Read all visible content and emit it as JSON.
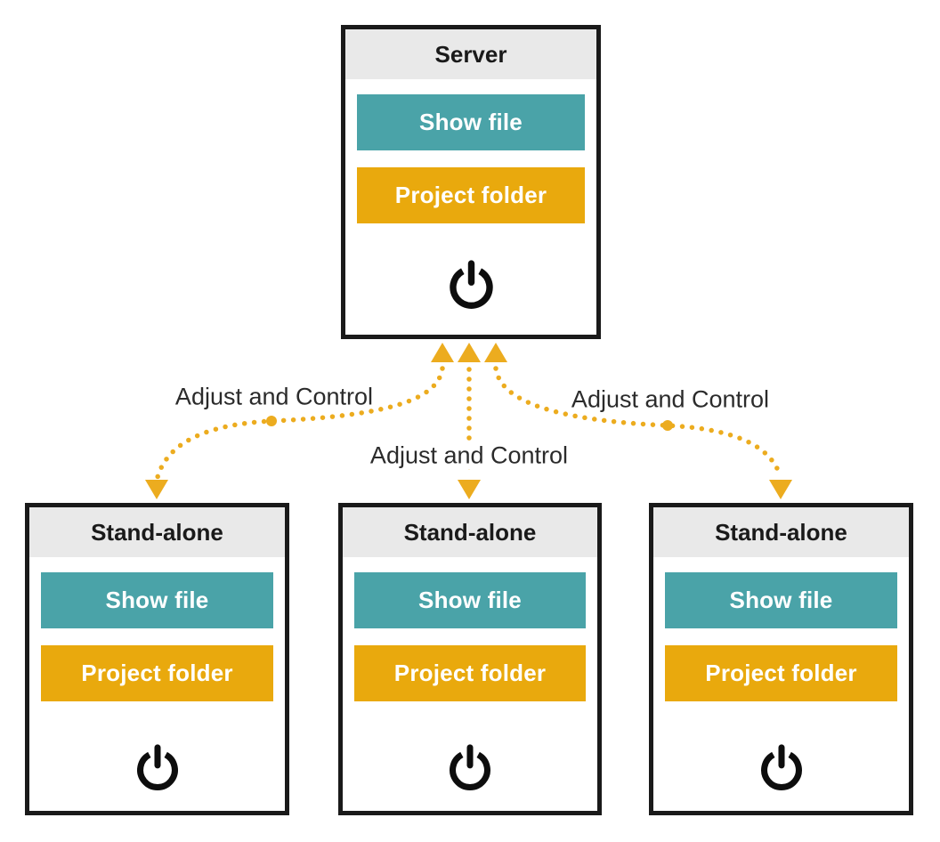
{
  "diagram": {
    "colors": {
      "teal_button": "#4aa3a8",
      "gold_button": "#e9a90d",
      "arrow_gold": "#ecac1f",
      "header_gray": "#e9e9e9",
      "box_border": "#1a1a1a",
      "label_text": "#2b2b2b"
    },
    "nodes": {
      "server": {
        "title": "Server",
        "buttons": [
          "Show file",
          "Project folder"
        ],
        "icon": "power-icon"
      },
      "standalone_left": {
        "title": "Stand-alone",
        "buttons": [
          "Show file",
          "Project folder"
        ],
        "icon": "power-icon"
      },
      "standalone_middle": {
        "title": "Stand-alone",
        "buttons": [
          "Show file",
          "Project folder"
        ],
        "icon": "power-icon"
      },
      "standalone_right": {
        "title": "Stand-alone",
        "buttons": [
          "Show file",
          "Project folder"
        ],
        "icon": "power-icon"
      }
    },
    "edges": [
      {
        "label": "Adjust and Control",
        "from": "standalone_left",
        "to": "server",
        "arrowheads": "both",
        "style": "dotted"
      },
      {
        "label": "Adjust and Control",
        "from": "standalone_middle",
        "to": "server",
        "arrowheads": "both",
        "style": "dotted"
      },
      {
        "label": "Adjust and Control",
        "from": "standalone_right",
        "to": "server",
        "arrowheads": "both",
        "style": "dotted"
      }
    ]
  }
}
